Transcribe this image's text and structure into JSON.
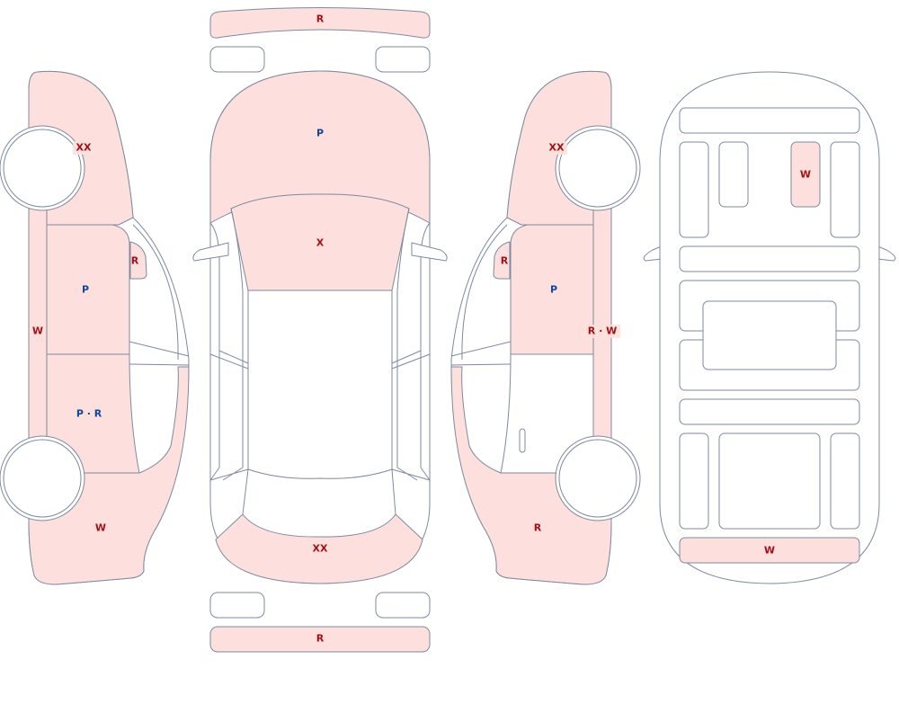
{
  "colors": {
    "damaged_fill": "#fde0dd",
    "panel_fill": "#ffffff",
    "outline": "#7d8aa0",
    "label_red": "#a50f15",
    "label_blue": "#0d47a1"
  },
  "views": {
    "left_side": {
      "front_fender": "XX",
      "front_door": "P",
      "mirror": "R",
      "rocker": "W",
      "rear_door": "P · R",
      "rear_quarter": "W"
    },
    "top": {
      "front_bumper": "R",
      "hood": "P",
      "windshield": "X",
      "trunk": "XX",
      "rear_bumper": "R"
    },
    "right_side": {
      "front_fender": "XX",
      "mirror": "R",
      "front_door": "P",
      "rocker": "R · W",
      "rear_quarter": "R"
    },
    "underbody": {
      "panel": "W",
      "rear_crossmember": "W"
    }
  }
}
